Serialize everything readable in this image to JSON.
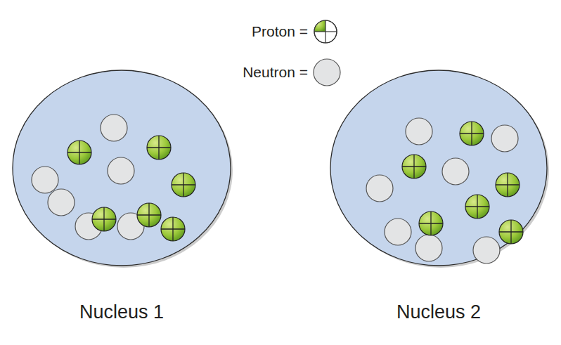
{
  "diagram": {
    "nodes": [
      {
        "text": [
          "Nucleus 1"
        ]
      },
      {
        "text": [
          "Nucleus 2"
        ]
      }
    ],
    "legend": [
      {
        "text": "Proton ="
      },
      {
        "text": "Neutron ="
      }
    ]
  }
}
